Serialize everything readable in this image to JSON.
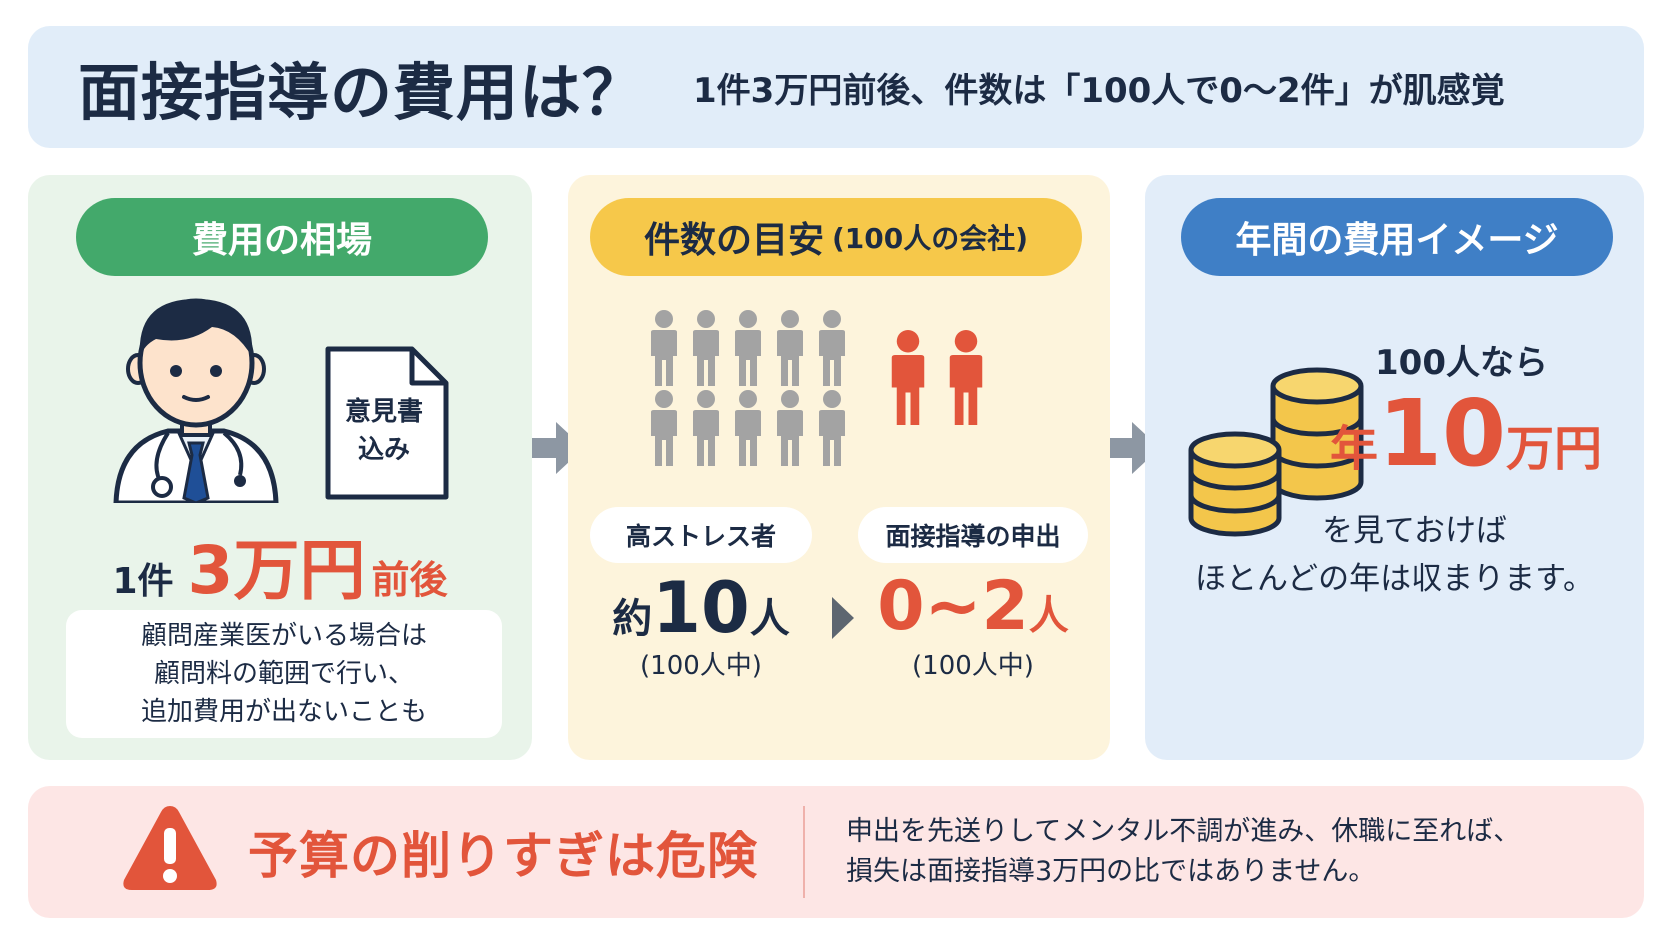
{
  "header": {
    "title": "面接指導の費用は？",
    "subtitle": "1件3万円前後、件数は「100人で0〜2件」が肌感覚"
  },
  "cost_panel": {
    "heading": "費用の相場",
    "doc_label_line1": "意見書",
    "doc_label_line2": "込み",
    "price_count": "1件",
    "price_amount": "3万円",
    "price_suffix": "前後",
    "note_line1": "顧問産業医がいる場合は",
    "note_line2": "顧問料の範囲で行い、",
    "note_line3": "追加費用が出ないことも"
  },
  "count_panel": {
    "heading": "件数の目安",
    "heading_sub": "(100人の会社)",
    "high_stress_label": "高ストレス者",
    "high_stress_prefix": "約",
    "high_stress_value": "10",
    "high_stress_unit": "人",
    "high_stress_per": "(100人中)",
    "request_label": "面接指導の申出",
    "request_value": "0~2",
    "request_unit": "人",
    "request_per": "(100人中)",
    "people_gray_count": 10,
    "people_highlight_count": 2
  },
  "annual_panel": {
    "heading": "年間の費用イメージ",
    "line1": "100人なら",
    "amount_prefix": "年",
    "amount_value": "10",
    "amount_unit": "万円",
    "text_line1": "を見ておけば",
    "text_line2": "ほとんどの年は収まります。"
  },
  "footer": {
    "title": "予算の削りすぎは危険",
    "text_line1": "申出を先送りしてメンタル不調が進み、休職に至れば、",
    "text_line2": "損失は面接指導3万円の比ではありません。"
  },
  "colors": {
    "accent_red": "#e2553b",
    "green": "#43a96b",
    "yellow": "#f6c84a",
    "blue": "#3f7fc6",
    "navy": "#1c2b44",
    "person_gray": "#a3a3a3",
    "coin_gold": "#f3c64b"
  },
  "icons": [
    "doctor-icon",
    "document-icon",
    "arrow-right-icon",
    "person-icon",
    "coin-stack-icon",
    "warning-icon"
  ]
}
